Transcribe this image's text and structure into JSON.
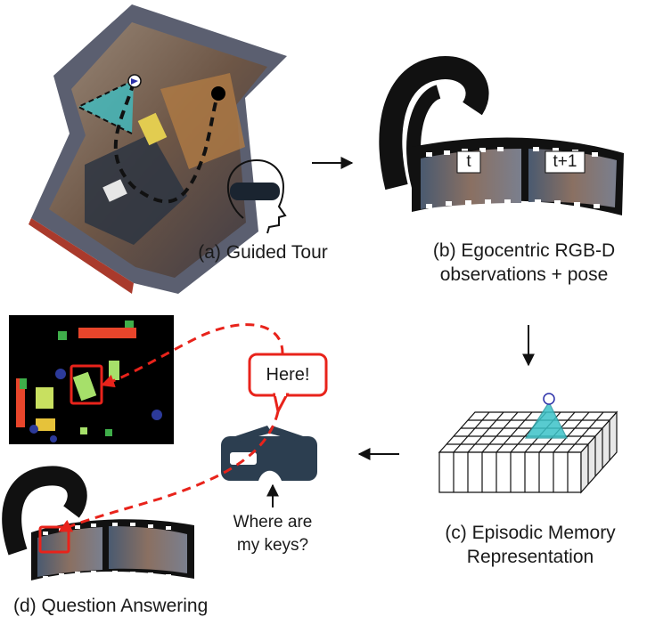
{
  "labels": {
    "guided_tour": "(a) Guided Tour",
    "egocentric_line1": "(b) Egocentric RGB-D",
    "egocentric_line2": "observations + pose",
    "episodic_line1": "(c) Episodic Memory",
    "episodic_line2": "Representation",
    "question_answering": "(d) Question Answering",
    "question_line1": "Where are",
    "question_line2": "my keys?",
    "answer_bubble": "Here!",
    "frame_t": "t",
    "frame_t1": "t+1"
  },
  "icons": [
    "vr-headset-head-icon",
    "vr-goggles-icon",
    "camera-pose-icon",
    "arrow-right-icon",
    "arrow-down-icon",
    "arrow-left-icon",
    "arrow-up-icon"
  ],
  "colors": {
    "highlight_red": "#e8231b",
    "frustum_teal": "#3cc3c8",
    "headset_dark": "#2c3e50"
  }
}
